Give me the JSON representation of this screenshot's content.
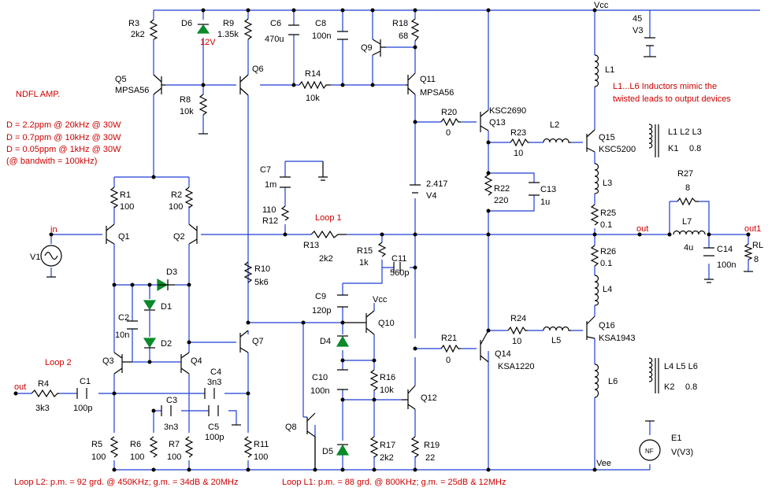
{
  "title": "NDFL AMP.",
  "specs": [
    "D = 2.2ppm @ 20kHz @ 30W",
    "D = 0.7ppm @ 10kHz @ 30W",
    "D = 0.05ppm @ 1kHz @ 30W",
    "(@ bandwith = 100kHz)"
  ],
  "note_inductors": [
    "L1...L6 Inductors mimic the",
    "twisted leads to output devices"
  ],
  "loop2_label": "Loop 2",
  "loop1_label": "Loop 1",
  "footer_left": "Loop L2: p.m. = 92 grd. @ 450KHz;  g.m. =  34dB & 20MHz",
  "footer_right": "Loop L1: p.m. = 88 grd. @ 800KHz;  g.m. = 25dB & 12MHz",
  "rails": {
    "vcc": "Vcc",
    "vee": "Vee"
  },
  "coupling": [
    {
      "names": "L1 L2 L3",
      "k": "K1",
      "value": "0.8"
    },
    {
      "names": "L4 L5 L6",
      "k": "K2",
      "value": "0.8"
    }
  ],
  "source_v1": {
    "name": "V1",
    "port": "in"
  },
  "source_v3": {
    "value": "45",
    "name": "V3"
  },
  "nf_meter": {
    "name": "E1",
    "expr": "V(V3)"
  },
  "outputs": [
    "out",
    "out1",
    "out"
  ],
  "components": [
    {
      "ref": "R3",
      "value": "2k2"
    },
    {
      "ref": "D6",
      "value": "12V"
    },
    {
      "ref": "R9",
      "value": "1.35k"
    },
    {
      "ref": "C6",
      "value": "470u"
    },
    {
      "ref": "C8",
      "value": "100n"
    },
    {
      "ref": "R18",
      "value": "68"
    },
    {
      "ref": "Q9",
      "value": ""
    },
    {
      "ref": "Q5",
      "value": "MPSA56"
    },
    {
      "ref": "Q6",
      "value": ""
    },
    {
      "ref": "R8",
      "value": "10k"
    },
    {
      "ref": "R14",
      "value": "10k"
    },
    {
      "ref": "Q11",
      "value": "MPSA56"
    },
    {
      "ref": "R20",
      "value": "0"
    },
    {
      "ref": "Q13",
      "value": "KSC2690"
    },
    {
      "ref": "R23",
      "value": "10"
    },
    {
      "ref": "L2",
      "value": ""
    },
    {
      "ref": "Q15",
      "value": "KSC5200"
    },
    {
      "ref": "C7",
      "value": "1m"
    },
    {
      "ref": "R12",
      "value": "110"
    },
    {
      "ref": "V4",
      "value": "2.417"
    },
    {
      "ref": "R22",
      "value": "220"
    },
    {
      "ref": "C13",
      "value": "1u"
    },
    {
      "ref": "R1",
      "value": "100"
    },
    {
      "ref": "R2",
      "value": "100"
    },
    {
      "ref": "Q1",
      "value": ""
    },
    {
      "ref": "Q2",
      "value": ""
    },
    {
      "ref": "R13",
      "value": "2k2"
    },
    {
      "ref": "R15",
      "value": "1k"
    },
    {
      "ref": "C11",
      "value": "560p"
    },
    {
      "ref": "R25",
      "value": "0.1"
    },
    {
      "ref": "R26",
      "value": "0.1"
    },
    {
      "ref": "R27",
      "value": "8"
    },
    {
      "ref": "L7",
      "value": "4u"
    },
    {
      "ref": "C14",
      "value": "100n"
    },
    {
      "ref": "RL",
      "value": "8"
    },
    {
      "ref": "D3",
      "value": ""
    },
    {
      "ref": "D1",
      "value": ""
    },
    {
      "ref": "D2",
      "value": ""
    },
    {
      "ref": "C2",
      "value": "10n"
    },
    {
      "ref": "R10",
      "value": "5k6"
    },
    {
      "ref": "C9",
      "value": "120p"
    },
    {
      "ref": "Q10",
      "value": ""
    },
    {
      "ref": "D4",
      "value": ""
    },
    {
      "ref": "Q7",
      "value": ""
    },
    {
      "ref": "R21",
      "value": "0"
    },
    {
      "ref": "Q14",
      "value": "KSA1220"
    },
    {
      "ref": "R24",
      "value": "10"
    },
    {
      "ref": "L5",
      "value": ""
    },
    {
      "ref": "Q16",
      "value": "KSA1943"
    },
    {
      "ref": "Q3",
      "value": ""
    },
    {
      "ref": "Q4",
      "value": ""
    },
    {
      "ref": "C4",
      "value": "3n3"
    },
    {
      "ref": "R4",
      "value": "3k3"
    },
    {
      "ref": "C1",
      "value": "100p"
    },
    {
      "ref": "C10",
      "value": "100n"
    },
    {
      "ref": "R16",
      "value": "10k"
    },
    {
      "ref": "Q12",
      "value": ""
    },
    {
      "ref": "C3",
      "value": "3n3"
    },
    {
      "ref": "C5",
      "value": "100p"
    },
    {
      "ref": "Q8",
      "value": ""
    },
    {
      "ref": "R5",
      "value": "100"
    },
    {
      "ref": "R6",
      "value": "100"
    },
    {
      "ref": "R7",
      "value": "100"
    },
    {
      "ref": "R11",
      "value": "100"
    },
    {
      "ref": "D5",
      "value": ""
    },
    {
      "ref": "R17",
      "value": "2k2"
    },
    {
      "ref": "R19",
      "value": "22"
    },
    {
      "ref": "L1",
      "value": ""
    },
    {
      "ref": "L3",
      "value": ""
    },
    {
      "ref": "L4",
      "value": ""
    },
    {
      "ref": "L6",
      "value": ""
    }
  ],
  "colors": {
    "wire": "#1f3fd6",
    "diode": "#0a8a2a",
    "annotation": "#cc0000"
  }
}
